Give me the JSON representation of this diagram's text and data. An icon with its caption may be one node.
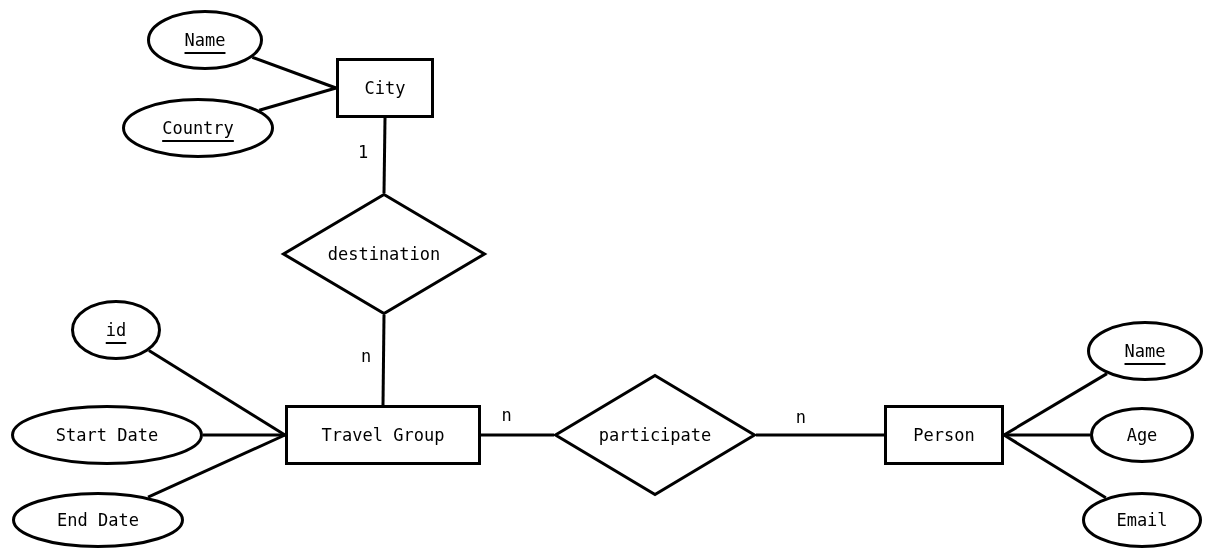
{
  "diagram": {
    "nodes": [
      {
        "text": [
          "Name"
        ]
      },
      {
        "text": [
          "Country"
        ]
      },
      {
        "text": [
          "City"
        ]
      },
      {
        "text": [
          "destination"
        ]
      },
      {
        "text": [
          "id"
        ]
      },
      {
        "text": [
          "Start Date"
        ]
      },
      {
        "text": [
          "End Date"
        ]
      },
      {
        "text": [
          "Travel Group"
        ]
      },
      {
        "text": [
          "participate"
        ]
      },
      {
        "text": [
          "Person"
        ]
      },
      {
        "text": [
          "Name"
        ]
      },
      {
        "text": [
          "Age"
        ]
      },
      {
        "text": [
          "Email"
        ]
      }
    ],
    "edges": [
      {
        "from": 0,
        "to": 2,
        "arrow": "none"
      },
      {
        "from": 1,
        "to": 2,
        "arrow": "none"
      },
      {
        "from": 2,
        "to": 3,
        "arrow": "none",
        "label": "1"
      },
      {
        "from": 3,
        "to": 7,
        "arrow": "none",
        "label": "n"
      },
      {
        "from": 7,
        "to": 4,
        "arrow": "none"
      },
      {
        "from": 7,
        "to": 5,
        "arrow": "none"
      },
      {
        "from": 7,
        "to": 6,
        "arrow": "none"
      },
      {
        "from": 7,
        "to": 8,
        "arrow": "none",
        "label": "n"
      },
      {
        "from": 8,
        "to": 9,
        "arrow": "none",
        "label": "n"
      },
      {
        "from": 9,
        "to": 10,
        "arrow": "none"
      },
      {
        "from": 9,
        "to": 11,
        "arrow": "none"
      },
      {
        "from": 9,
        "to": 12,
        "arrow": "none"
      }
    ]
  }
}
